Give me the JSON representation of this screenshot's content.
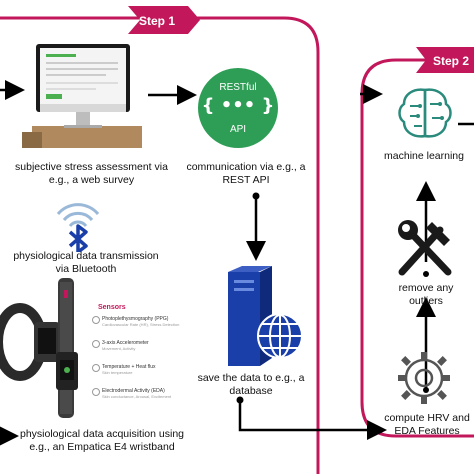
{
  "steps": {
    "step1": "Step 1",
    "step2": "Step 2"
  },
  "nodes": {
    "survey": "subjective stress assessment via e.g., a web survey",
    "rest": "communication via e.g., a REST API",
    "bluetooth": "physiological data transmission via Bluetooth",
    "database": "save the data to e.g., a database",
    "wristband": "physiological data acquisition using e.g., an Empatica E4 wristband",
    "ml": "machine learning",
    "outliers": "remove any outliers",
    "features": "compute HRV and EDA Features"
  },
  "rest_icon": {
    "top": "RESTful",
    "middle": "{ ••• }",
    "bottom": "API"
  },
  "sensors": {
    "title": "Sensors",
    "items": [
      {
        "name": "Photoplethysmography (PPG)",
        "sub": "Cardiovascular Rate (HR), Stress Detection"
      },
      {
        "name": "3-axis Accelerometer",
        "sub": "Movement, Activity"
      },
      {
        "name": "Temperature + Heat flux",
        "sub": "Skin temperature"
      },
      {
        "name": "Electrodermal Activity (EDA)",
        "sub": "Skin conductance, Arousal, Excitement"
      }
    ]
  },
  "colors": {
    "accent": "#c2185b",
    "rest_green": "#2e9e56",
    "db_blue": "#1a3fa8",
    "icon_teal": "#2a8a7c"
  },
  "icons": {
    "monitor": "monitor-icon",
    "bluetooth": "bluetooth-icon",
    "database": "database-server-icon",
    "wristband": "wristband-icon",
    "brain": "brain-icon",
    "tools": "hammer-wrench-icon",
    "gear": "gear-icon"
  }
}
